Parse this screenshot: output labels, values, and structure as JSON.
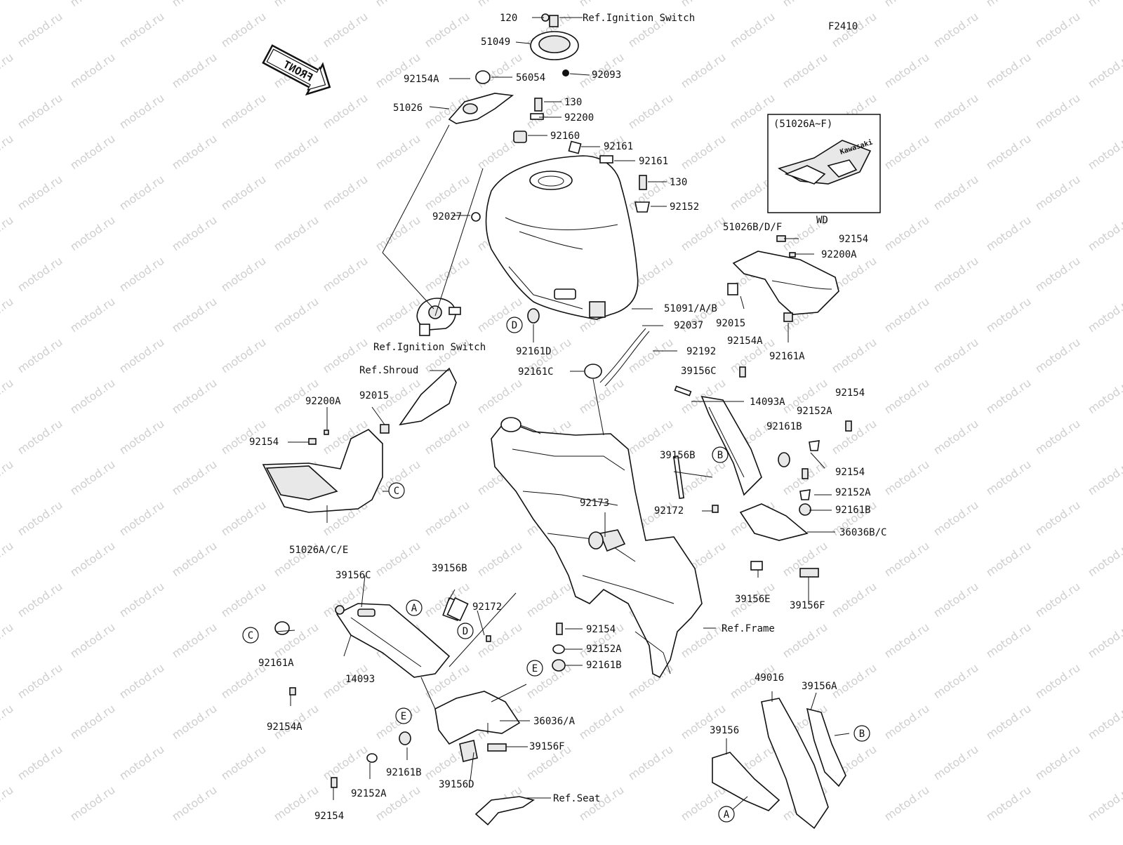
{
  "diagram_code": "F2410",
  "watermark": "motod.ru",
  "front_arrow_label": "FRONT",
  "inset": {
    "title": "(51026A~F)",
    "caption": "WD",
    "brand": "Kawasaki"
  },
  "references": {
    "ignition_top": "Ref.Ignition Switch",
    "ignition_mid": "Ref.Ignition Switch",
    "shroud": "Ref.Shroud",
    "frame": "Ref.Frame",
    "seat": "Ref.Seat"
  },
  "callouts": [
    "A",
    "B",
    "C",
    "D",
    "E"
  ],
  "parts": [
    "120",
    "51049",
    "92093",
    "92154A",
    "56054",
    "51026",
    "130",
    "92200",
    "92160",
    "92161",
    "92161",
    "130",
    "92152",
    "92027",
    "51091/A/B",
    "92037",
    "92161D",
    "92161C",
    "92192",
    "51026B/D/F",
    "92154",
    "92200A",
    "92015",
    "92161A",
    "92154A",
    "39156C",
    "14093A",
    "92154",
    "92152A",
    "92161B",
    "92154",
    "92152A",
    "92161B",
    "36036B/C",
    "39156E",
    "39156F",
    "39156B",
    "92172",
    "92173",
    "92200A",
    "92015",
    "92154",
    "51026A/C/E",
    "39156C",
    "39156B",
    "92172",
    "92161A",
    "14093",
    "92154A",
    "92154",
    "92152A",
    "92161B",
    "36036/A",
    "39156F",
    "39156D",
    "92161B",
    "92152A",
    "92154",
    "49016",
    "39156A",
    "39156"
  ]
}
